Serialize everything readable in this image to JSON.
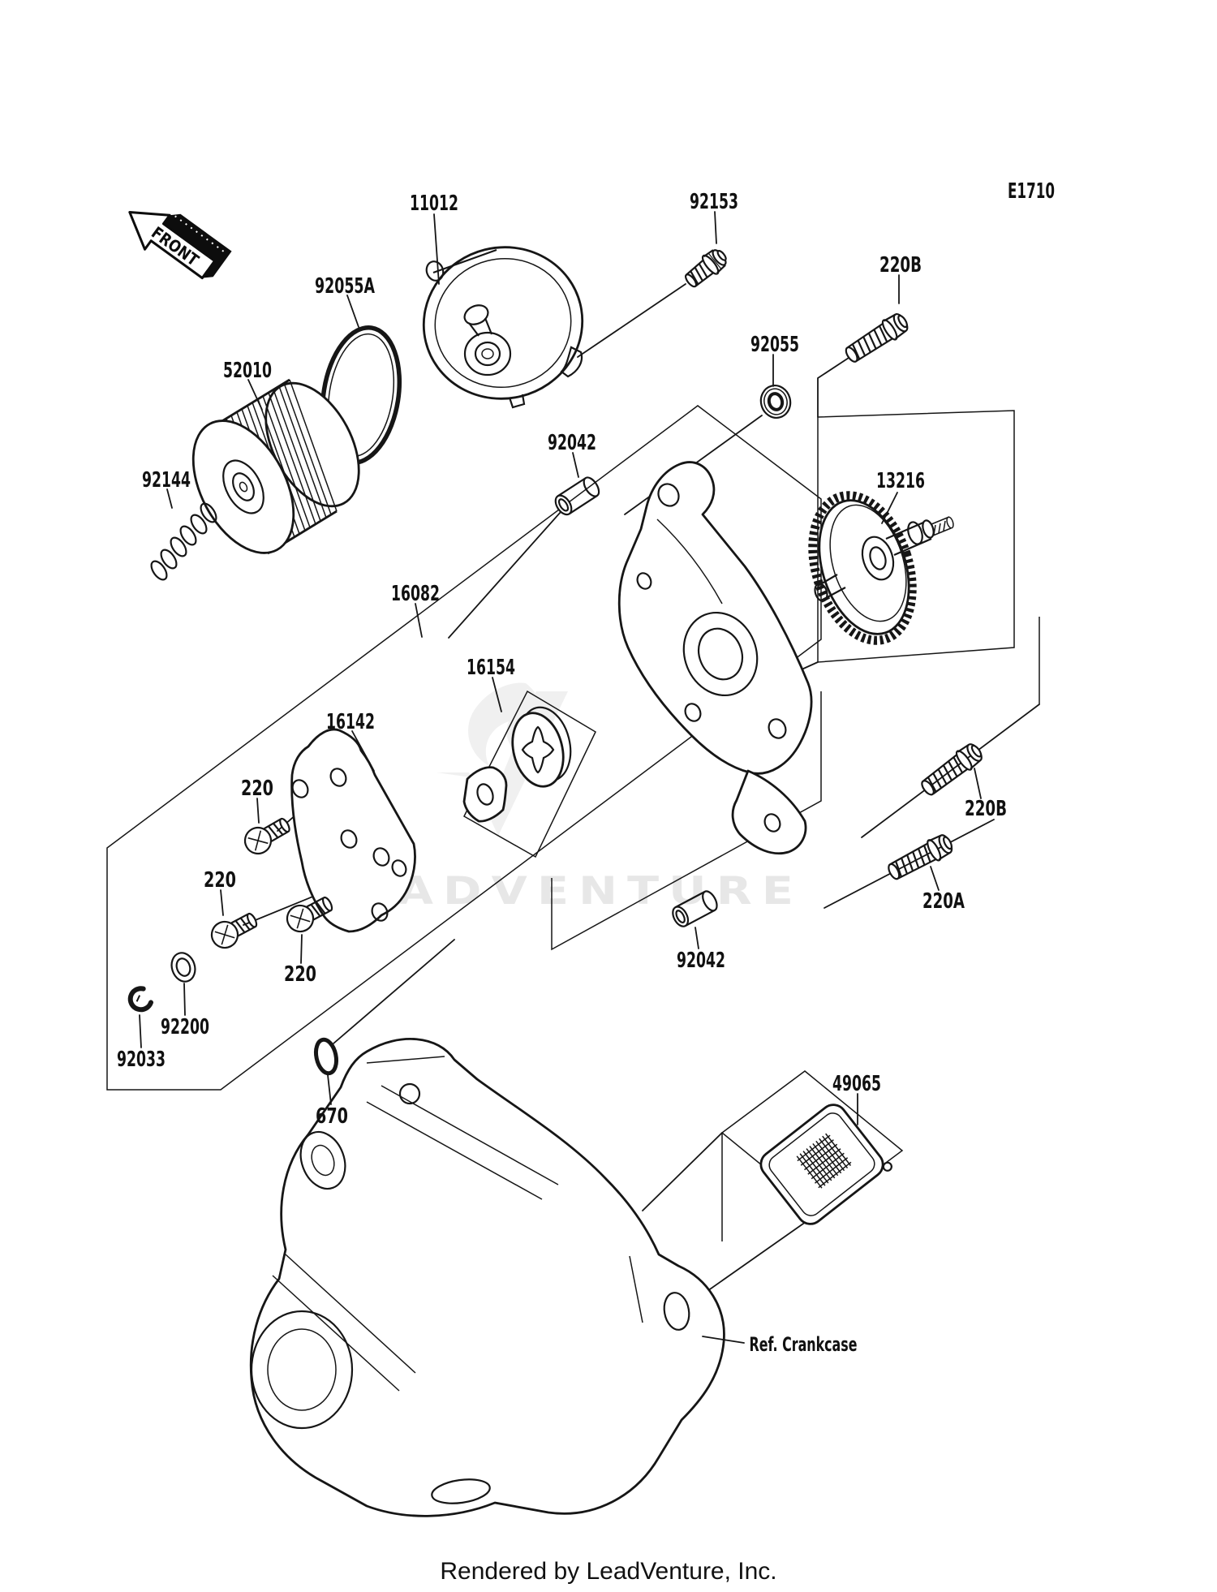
{
  "meta": {
    "page_code": "E1710",
    "front_label": "FRONT",
    "ref_crankcase_label": "Ref. Crankcase",
    "watermark": "LEADVENTURE",
    "footer": "Rendered by LeadVenture, Inc."
  },
  "colors": {
    "background": "#ffffff",
    "line_art": "#161616",
    "watermark_text": "#e7e7e7",
    "watermark_logo": "#f0f0f0"
  },
  "parts": [
    {
      "id": "11012",
      "label": "11012"
    },
    {
      "id": "92153",
      "label": "92153"
    },
    {
      "id": "220B-top",
      "label": "220B"
    },
    {
      "id": "92055A",
      "label": "92055A"
    },
    {
      "id": "92055",
      "label": "92055"
    },
    {
      "id": "52010",
      "label": "52010"
    },
    {
      "id": "92042-upper",
      "label": "92042"
    },
    {
      "id": "13216",
      "label": "13216"
    },
    {
      "id": "92144",
      "label": "92144"
    },
    {
      "id": "16082",
      "label": "16082"
    },
    {
      "id": "16154",
      "label": "16154"
    },
    {
      "id": "16142",
      "label": "16142"
    },
    {
      "id": "220-1",
      "label": "220"
    },
    {
      "id": "220-2",
      "label": "220"
    },
    {
      "id": "220-3",
      "label": "220"
    },
    {
      "id": "220B-right",
      "label": "220B"
    },
    {
      "id": "220A",
      "label": "220A"
    },
    {
      "id": "92042-lower",
      "label": "92042"
    },
    {
      "id": "92200",
      "label": "92200"
    },
    {
      "id": "92033",
      "label": "92033"
    },
    {
      "id": "670",
      "label": "670"
    },
    {
      "id": "49065",
      "label": "49065"
    }
  ]
}
